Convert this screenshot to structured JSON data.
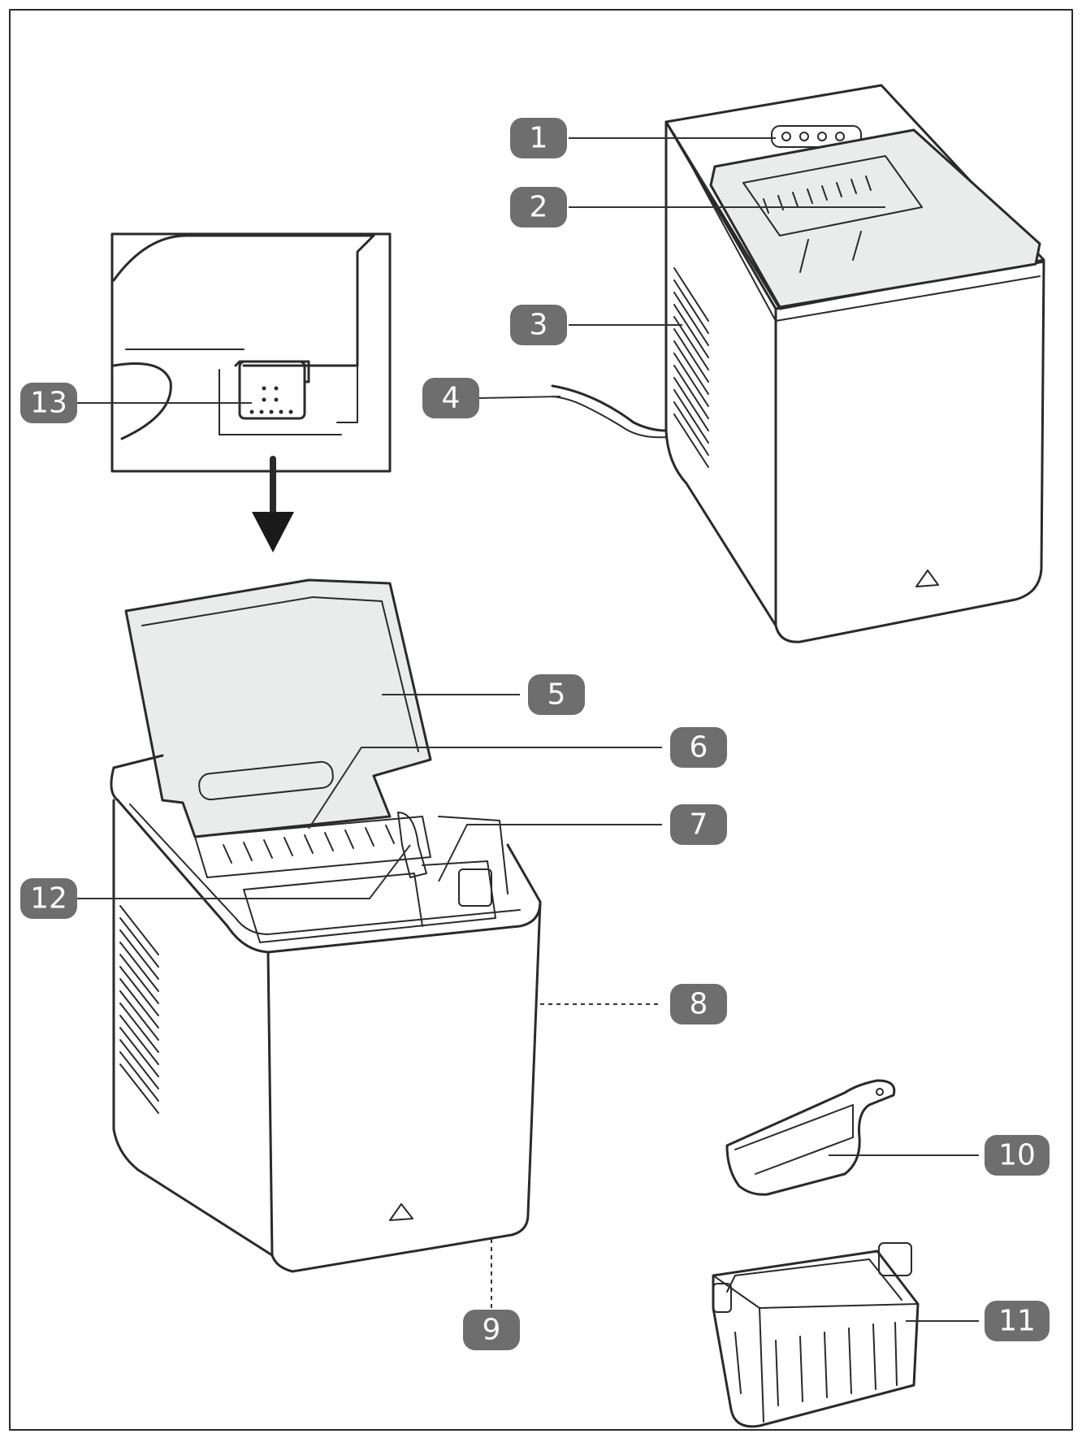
{
  "callouts": [
    {
      "id": "1",
      "label": "1"
    },
    {
      "id": "2",
      "label": "2"
    },
    {
      "id": "3",
      "label": "3"
    },
    {
      "id": "4",
      "label": "4"
    },
    {
      "id": "5",
      "label": "5"
    },
    {
      "id": "6",
      "label": "6"
    },
    {
      "id": "7",
      "label": "7"
    },
    {
      "id": "8",
      "label": "8"
    },
    {
      "id": "9",
      "label": "9"
    },
    {
      "id": "10",
      "label": "10"
    },
    {
      "id": "11",
      "label": "11"
    },
    {
      "id": "12",
      "label": "12"
    },
    {
      "id": "13",
      "label": "13"
    }
  ],
  "colors": {
    "badge": "#6e6e6e",
    "badge_text": "#ffffff",
    "line": "#2a2a2a",
    "lid_tint": "#e9ecea"
  }
}
